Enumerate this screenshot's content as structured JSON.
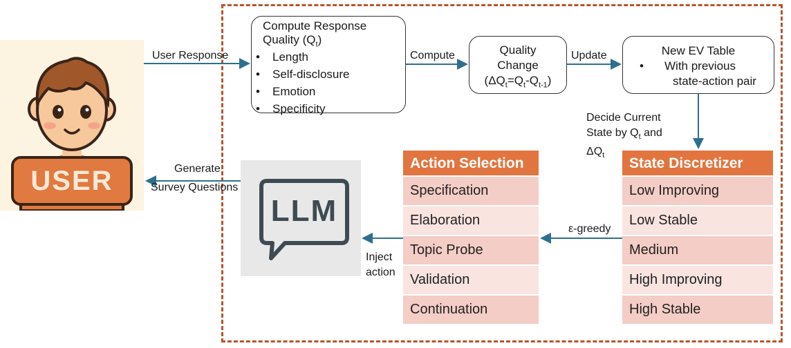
{
  "user": {
    "badge": "USER"
  },
  "llm": {
    "text": "LLM"
  },
  "labels": {
    "user_response": "User Response",
    "compute": "Compute",
    "update": "Update",
    "decide_line1": "Decide Current",
    "decide_line2": "State by Q",
    "decide_sub1": "t",
    "decide_and": " and",
    "decide_line3": "ΔQ",
    "decide_sub2": "t",
    "generate_line1": "Generate",
    "generate_line2": "Survey Questions",
    "epsilon": "ε-greedy",
    "inject_line1": "Inject",
    "inject_line2": "action"
  },
  "compute_box": {
    "title_line1": "Compute Response",
    "title_line2": "Quality  (Q",
    "title_sub": "t",
    "title_close": ")",
    "items": [
      "Length",
      "Self-disclosure",
      "Emotion",
      "Specificity"
    ]
  },
  "quality_box": {
    "line1": "Quality",
    "line2": "Change",
    "line3_a": "(ΔQ",
    "line3_s1": "t",
    "line3_b": "=Q",
    "line3_s2": "t",
    "line3_c": "-Q",
    "line3_s3": "t-1",
    "line3_d": ")"
  },
  "ev_box": {
    "title": "New EV Table",
    "item_line1": "With previous",
    "item_line2": "state-action pair"
  },
  "action_table": {
    "header": "Action Selection",
    "rows": [
      "Specification",
      "Elaboration",
      "Topic Probe",
      "Validation",
      "Continuation"
    ]
  },
  "state_table": {
    "header": "State Discretizer",
    "rows": [
      "Low Improving",
      "Low Stable",
      "Medium",
      "High Improving",
      "High Stable"
    ]
  },
  "colors": {
    "frame": "#b8542a",
    "header": "#e2753f",
    "row_a": "#f4cdc6",
    "row_b": "#f9e4e0",
    "arrow": "#2e6f8e",
    "user_skin": "#f6c89c",
    "user_hair": "#a0582a",
    "user_shirt": "#e07a40"
  }
}
